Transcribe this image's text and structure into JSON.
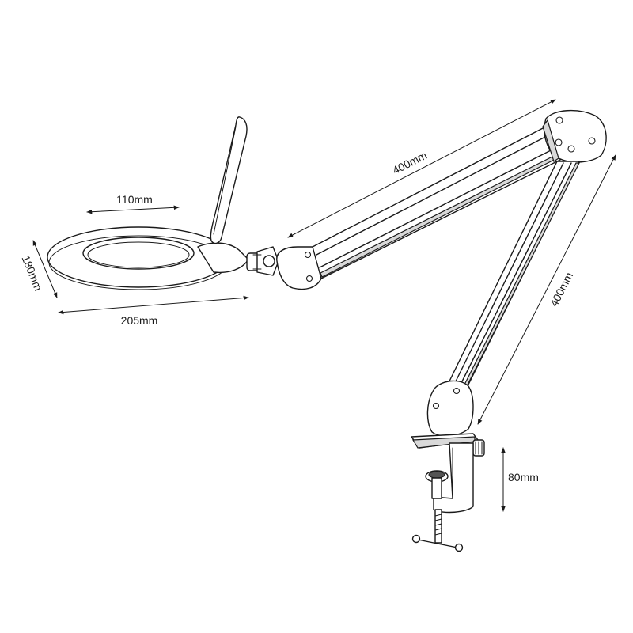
{
  "dimensions": {
    "lens_width": "110mm",
    "head_depth": "180mm",
    "head_length": "205mm",
    "upper_arm": "400mm",
    "lower_arm": "400mm",
    "clamp_opening": "80mm"
  },
  "colors": {
    "line": "#1a1a1a",
    "background": "#ffffff"
  }
}
